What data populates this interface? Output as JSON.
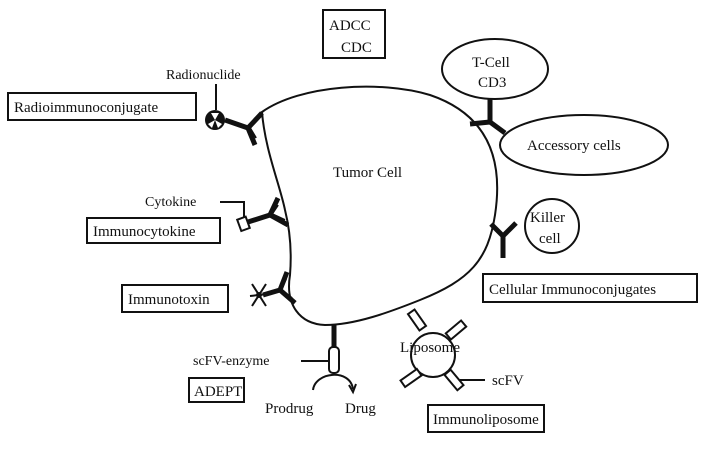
{
  "diagram": {
    "center": {
      "label": "Tumor Cell"
    },
    "boxes": {
      "adcc_cdc": [
        "ADCC",
        "CDC"
      ],
      "radioimmunoconjugate": "Radioimmunoconjugate",
      "immunocytokine": "Immunocytokine",
      "immunotoxin": "Immunotoxin",
      "adept": "ADEPT",
      "immunoliposome": "Immunoliposome",
      "cellular_immunoconjugates": "Cellular Immunoconjugates"
    },
    "labels": {
      "radionuclide": "Radionuclide",
      "cytokine": "Cytokine",
      "scfv_enzyme": "scFV-enzyme",
      "prodrug": "Prodrug",
      "drug": "Drug",
      "liposome": "Liposome",
      "scfv": "scFV"
    },
    "ellipses": {
      "t_cell": [
        "T-Cell",
        "CD3"
      ],
      "accessory": "Accessory cells",
      "killer": [
        "Killer",
        "cell"
      ]
    }
  }
}
